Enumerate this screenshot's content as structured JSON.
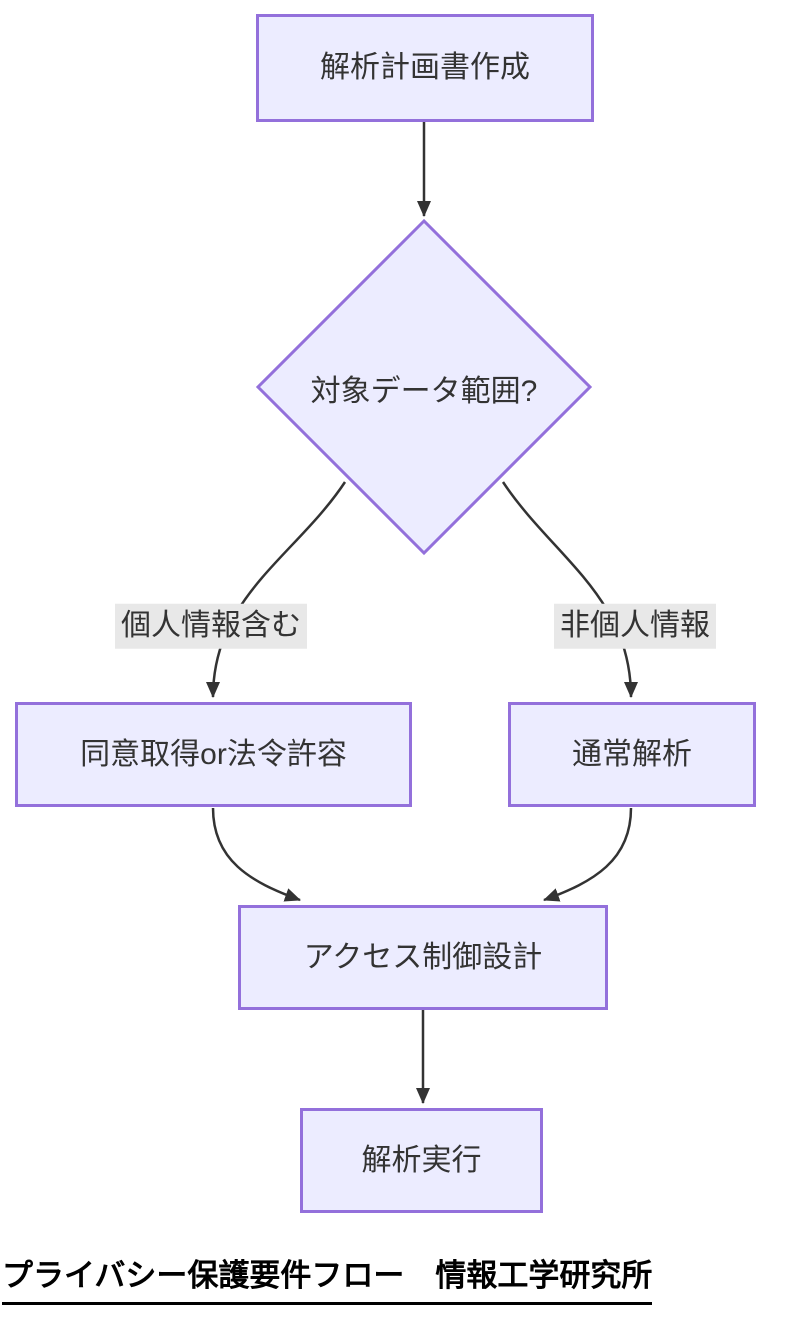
{
  "diagram": {
    "type": "flowchart",
    "direction": "top-down",
    "nodes": {
      "plan": {
        "label": "解析計画書作成",
        "shape": "rect"
      },
      "decision": {
        "label": "対象データ範囲?",
        "shape": "diamond"
      },
      "consent": {
        "label": "同意取得or法令許容",
        "shape": "rect"
      },
      "normal": {
        "label": "通常解析",
        "shape": "rect"
      },
      "access": {
        "label": "アクセス制御設計",
        "shape": "rect"
      },
      "execute": {
        "label": "解析実行",
        "shape": "rect"
      }
    },
    "edge_labels": {
      "personal": "個人情報含む",
      "non_personal": "非個人情報"
    },
    "edges": [
      {
        "from": "plan",
        "to": "decision",
        "label": ""
      },
      {
        "from": "decision",
        "to": "consent",
        "label": "個人情報含む"
      },
      {
        "from": "decision",
        "to": "normal",
        "label": "非個人情報"
      },
      {
        "from": "consent",
        "to": "access",
        "label": ""
      },
      {
        "from": "normal",
        "to": "access",
        "label": ""
      },
      {
        "from": "access",
        "to": "execute",
        "label": ""
      }
    ],
    "caption": "プライバシー保護要件フロー　情報工学研究所",
    "colors": {
      "node_fill": "#ECECFF",
      "node_border": "#9370DB",
      "edge_line": "#333333",
      "edge_label_bg": "#e8e8e8",
      "node_text": "#333333",
      "caption_text": "#000000",
      "background": "#ffffff"
    }
  }
}
